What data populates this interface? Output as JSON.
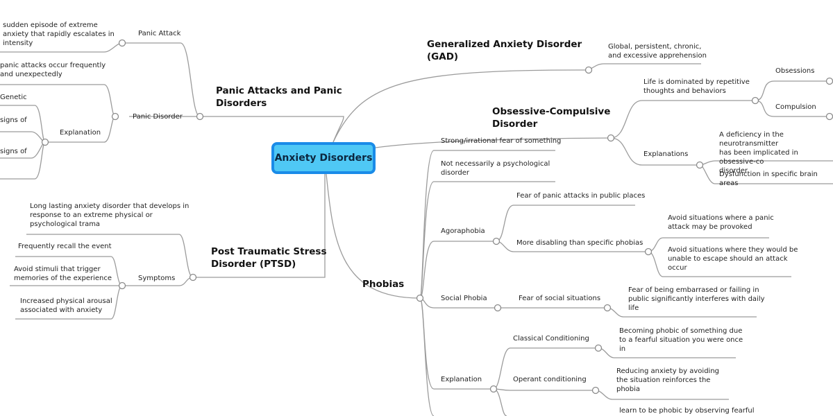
{
  "root": "Anxiety Disorders",
  "branches": {
    "gad": {
      "label": "Generalized Anxiety Disorder\n(GAD)",
      "desc": "Global, persistent, chronic,\nand excessive apprehension"
    },
    "ocd": {
      "label": "Obsessive-Compulsive\nDisorder",
      "repetitive": "Life is dominated by repetitive\nthoughts and behaviors",
      "obsessions": "Obsessions",
      "compulsion": "Compulsion",
      "explanations": "Explanations",
      "deficiency": "A deficiency in the neurotransmitter\nhas been implicated in obsessive-co\ndisorder",
      "dysfunction": "Dysfunction in specific brain areas"
    },
    "panic": {
      "label": "Panic Attacks and Panic\nDisorders",
      "attack": "Panic Attack",
      "attack_desc": "sudden episode of extreme\nanxiety that rapidly escalates in\nintensity",
      "disorder": "Panic Disorder",
      "disorder_desc": "panic attacks occur frequently\nand unexpectedly",
      "explanation": "Explanation",
      "genetic": "Genetic",
      "signs_1": "signs of",
      "signs_2": "signs of"
    },
    "ptsd": {
      "label": "Post Traumatic Stress\nDisorder (PTSD)",
      "desc": "Long lasting anxiety disorder that develops in\nresponse to an extreme physical or\npsychological trama",
      "symptoms": "Symptoms",
      "sym_1": "Frequently recall the event",
      "sym_2": "Avoid stimuli that trigger\nmemories of the experience",
      "sym_3": "Increased physical arousal\nassociated with anxiety"
    },
    "phobias": {
      "label": "Phobias",
      "strong": "Strong/irrational fear of something",
      "not_psych": "Not necessarily a psychological\ndisorder",
      "agoraphobia": "Agoraphobia",
      "agora_fear": "Fear of panic attacks in public places",
      "agora_disabling": "More disabling than specific phobias",
      "agora_avoid_1": "Avoid situations where a panic\nattack may be provoked",
      "agora_avoid_2": "Avoid situations where they would be\nunable to escape should an attack\noccur",
      "social": "Social Phobia",
      "social_fear": "Fear of social situations",
      "social_desc": "Fear of being embarrased or failing in\npublic significantly interferes with daily\nlife",
      "explanation": "Explanation",
      "classical": "Classical Conditioning",
      "classical_desc": "Becoming phobic of something due\nto a fearful situation you were once\nin",
      "operant": "Operant conditioning",
      "operant_desc": "Reducing anxiety by avoiding\nthe situation reinforces the\nphobia",
      "observe": "learn to be phobic by observing fearful"
    }
  },
  "colors": {
    "line": "#9b9b9b",
    "root_fill": "#4fc8f5",
    "root_border": "#1a8be8"
  }
}
